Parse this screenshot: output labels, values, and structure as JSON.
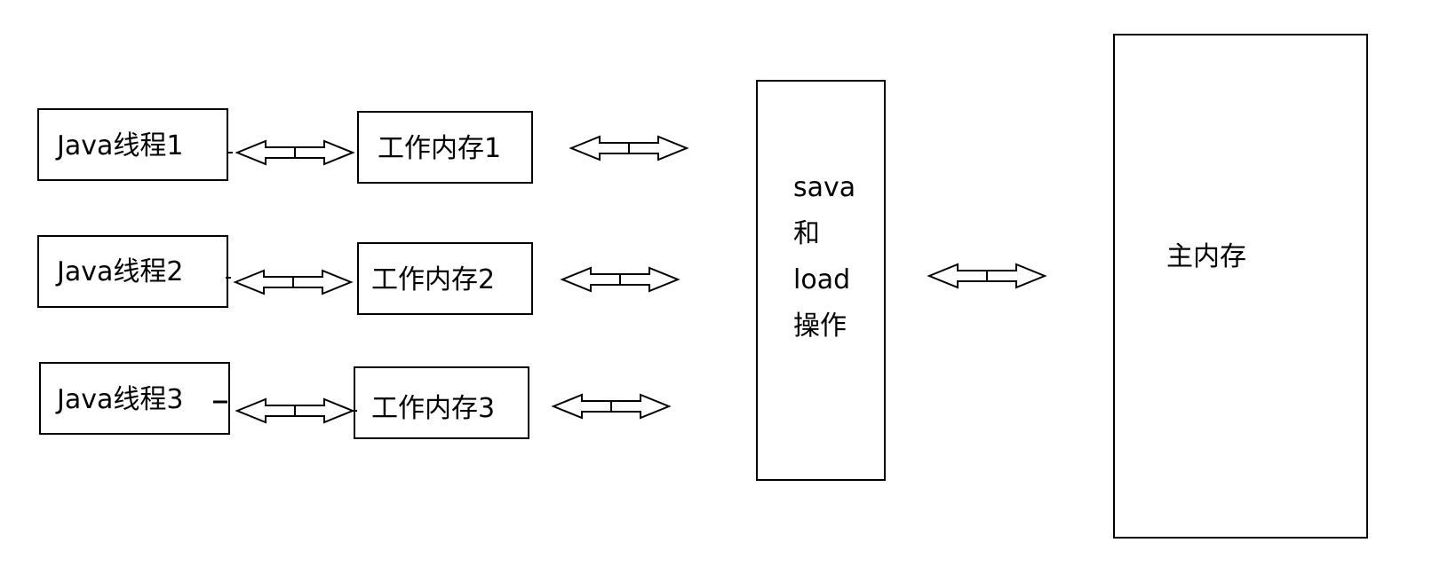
{
  "threads": [
    {
      "label": "Java线程1"
    },
    {
      "label": "Java线程2"
    },
    {
      "label": "Java线程3"
    }
  ],
  "work_memory": [
    {
      "label": "工作内存1"
    },
    {
      "label": "工作内存2"
    },
    {
      "label": "工作内存3"
    }
  ],
  "save_load": {
    "lines": [
      "sava",
      "和",
      "load",
      "操作"
    ]
  },
  "main_memory": {
    "label": "主内存"
  }
}
